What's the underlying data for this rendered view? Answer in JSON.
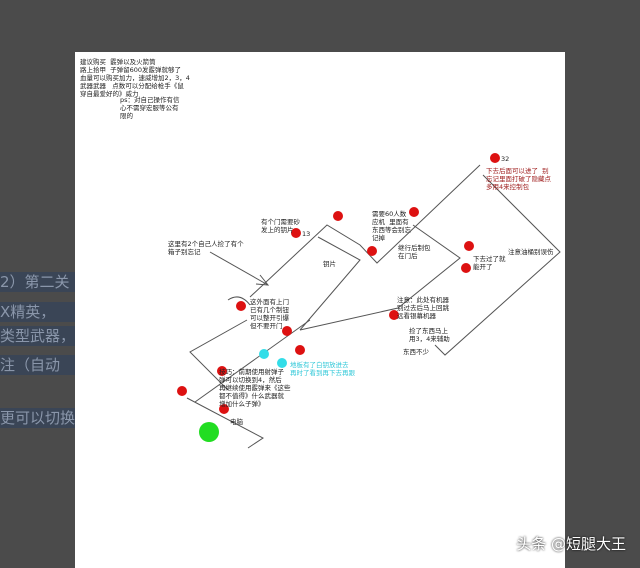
{
  "background_text": [
    "2）第二关",
    "X精英，",
    "类型武器，",
    "注（自动",
    "更可以切换"
  ],
  "notes": {
    "top_left": "建议购买  霰弹以及火箭筒\n路上拾甲  子弹留600发霰弹就够了\n血量可以购买加力，速威增加2，3，4\n武器武器   点数可以分配给枪手《鼠\n穿自最爱好的》威力",
    "top_left_2": "ps：对自己操作有信\n心不需穿宏服等公有\n限的",
    "arrow_note": "这里有2个自己人捡了有个\n箱子别忘记",
    "door_note": "有个门需要砂\n发上的钥片",
    "fragment": "钥片",
    "tag_13": "13",
    "tag_32": "32",
    "stair_note": "这外面有上门\n已有几个制钮\n可以整开引爆\n但不要开门",
    "need_note": "需要60人数\n应机  里面有\n东西等会别忘\n记掉",
    "walk_note": "继行后制包\n在门后",
    "top_right_note": "下去后面可以进了  别\n忘记里面打破了隐藏点\n多用4来控制包",
    "after_note": "下去过了就\n能开了",
    "boss_note": "注意油桶别误伤",
    "careful_note": "注意：此处有机器\n别过去后马上回跳\n远看银幕机器",
    "pickup_note": "捡了东西马上\n用3，4来辅助",
    "plenty_note": "东西不少",
    "tip_note": "技巧：前期使用射弹子\n弹可以切换到4，然后\n再继续使用霰弹来《这些\n都不值得》什么武器就\n增加什么子弹》",
    "cyan_note": "地板有了白钥放进去\n再时了看到再下去再跟",
    "computer": "电脑"
  },
  "watermark": "头条 @短腿大王",
  "colors": {
    "enemy": "#dd1111",
    "item": "#33dde8",
    "player": "#22dd22",
    "background": "#4b4b4b"
  }
}
